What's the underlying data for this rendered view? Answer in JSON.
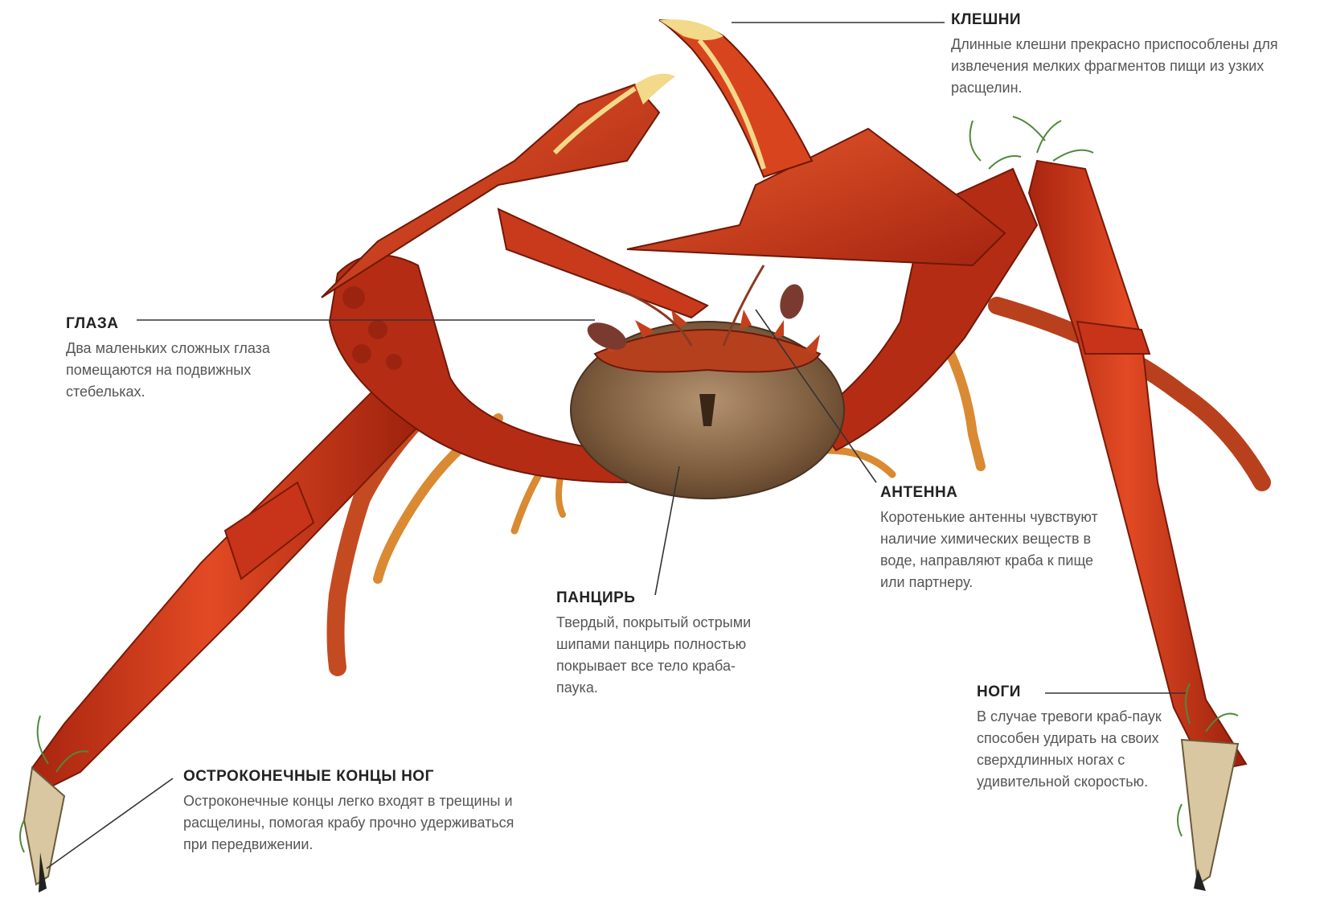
{
  "labels": {
    "claws": {
      "title": "КЛЕШНИ",
      "text": "Длинные клешни прекрасно приспособлены для извлечения мелких фрагментов пищи из узких расщелин."
    },
    "eyes": {
      "title": "ГЛАЗА",
      "text": "Два маленьких сложных глаза помещаются на подвижных стебельках."
    },
    "antenna": {
      "title": "АНТЕННА",
      "text": "Коротенькие антенны чувствуют наличие химических веществ в воде, направляют краба к пище или партнеру."
    },
    "shell": {
      "title": "ПАНЦИРЬ",
      "text": "Твердый, покрытый острыми шипами панцирь полностью покрывает все тело краба-паука."
    },
    "legs": {
      "title": "НОГИ",
      "text": "В случае тревоги краб-паук способен удирать на своих сверхдлинных ногах с удивительной скоростью."
    },
    "tips": {
      "title": "ОСТРОКОНЕЧНЫЕ КОНЦЫ НОГ",
      "text": "Остроконечные концы легко входят в трещины и расщелины, помогая крабу прочно удерживаться при передвижении."
    }
  },
  "colors": {
    "crab_red": "#d23a1a",
    "crab_dark": "#8e1e0c",
    "claw_tip": "#f3d98a",
    "carapace": "#8b6a48",
    "leader_line": "#333333"
  }
}
